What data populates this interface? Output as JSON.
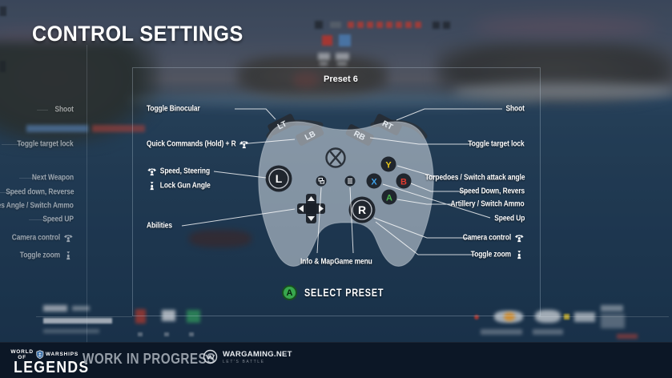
{
  "title": "CONTROL SETTINGS",
  "preset": {
    "name": "Preset 6",
    "select_button": "A",
    "select_action": "SELECT PRESET"
  },
  "controller": {
    "lt": "LT",
    "lb": "LB",
    "rb": "RB",
    "rt": "RT",
    "left_stick": "L",
    "right_stick": "R",
    "y": "Y",
    "x": "X",
    "b": "B",
    "a": "A"
  },
  "bindings": {
    "left": [
      {
        "label": "Toggle Binocular"
      },
      {
        "label": "Quick Commands (Hold) + R",
        "icon": "stick-move-icon"
      },
      {
        "label": "Speed, Steering",
        "icon": "stick-move-icon"
      },
      {
        "label": "Lock Gun Angle",
        "icon": "stick-press-icon"
      },
      {
        "label": "Abilities"
      }
    ],
    "right": [
      {
        "label": "Shoot"
      },
      {
        "label": "Toggle target lock"
      },
      {
        "label": "Torpedoes / Switch attack angle"
      },
      {
        "label": "Speed Down, Revers"
      },
      {
        "label": "Artillery / Switch Ammo"
      },
      {
        "label": "Speed Up"
      },
      {
        "label": "Camera control",
        "icon": "stick-move-icon"
      },
      {
        "label": "Toggle zoom",
        "icon": "stick-press-icon"
      }
    ],
    "bottom": [
      {
        "label": "Info & Map"
      },
      {
        "label": "Game menu"
      }
    ]
  },
  "background_panel": {
    "labels": [
      "Shoot",
      "Toggle target lock",
      "Next Weapon",
      "Speed down, Reverse",
      "Torpedoes Angle / Switch Ammo",
      "Speed UP",
      "Camera control",
      "Toggle zoom"
    ]
  },
  "footer": {
    "logo_world_of": "WORLD OF",
    "logo_warships": "WARSHIPS",
    "logo_legends": "LEGENDS",
    "status": "WORK IN PROGRESS",
    "brand": "WARGAMING.NET",
    "brand_tagline": "LET'S BATTLE"
  },
  "colors": {
    "button_y": "#e6c619",
    "button_x": "#3fa0e8",
    "button_b": "#e03a30",
    "button_a": "#49b84c",
    "select_a": "#38a74e"
  }
}
